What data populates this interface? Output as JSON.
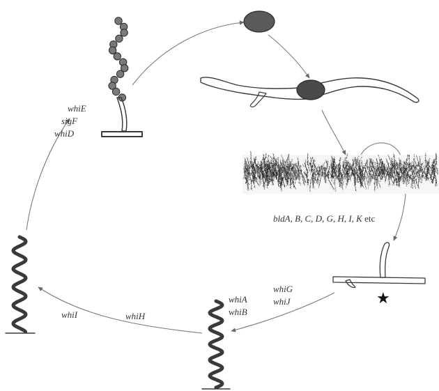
{
  "labels": {
    "upper_left_genes": [
      "whiE",
      "sigF",
      "whiD"
    ],
    "left_genes": "whiI",
    "bottom_gene": "whiH",
    "middle_genes": [
      "whiA",
      "whiB"
    ],
    "lower_right_genes": [
      "whiG",
      "whiJ"
    ],
    "bld_prefix": "bldA",
    "bld_rest": ", B, C, D, G, H, I, K",
    "bld_suffix": " etc"
  },
  "symbols": {
    "star": "star-icon"
  },
  "colors": {
    "ink": "#2a2a2a",
    "hyphae_fill": "#8c8c8c",
    "spore_fill": "#5a5a5a",
    "arrow": "#7a7a7a"
  }
}
